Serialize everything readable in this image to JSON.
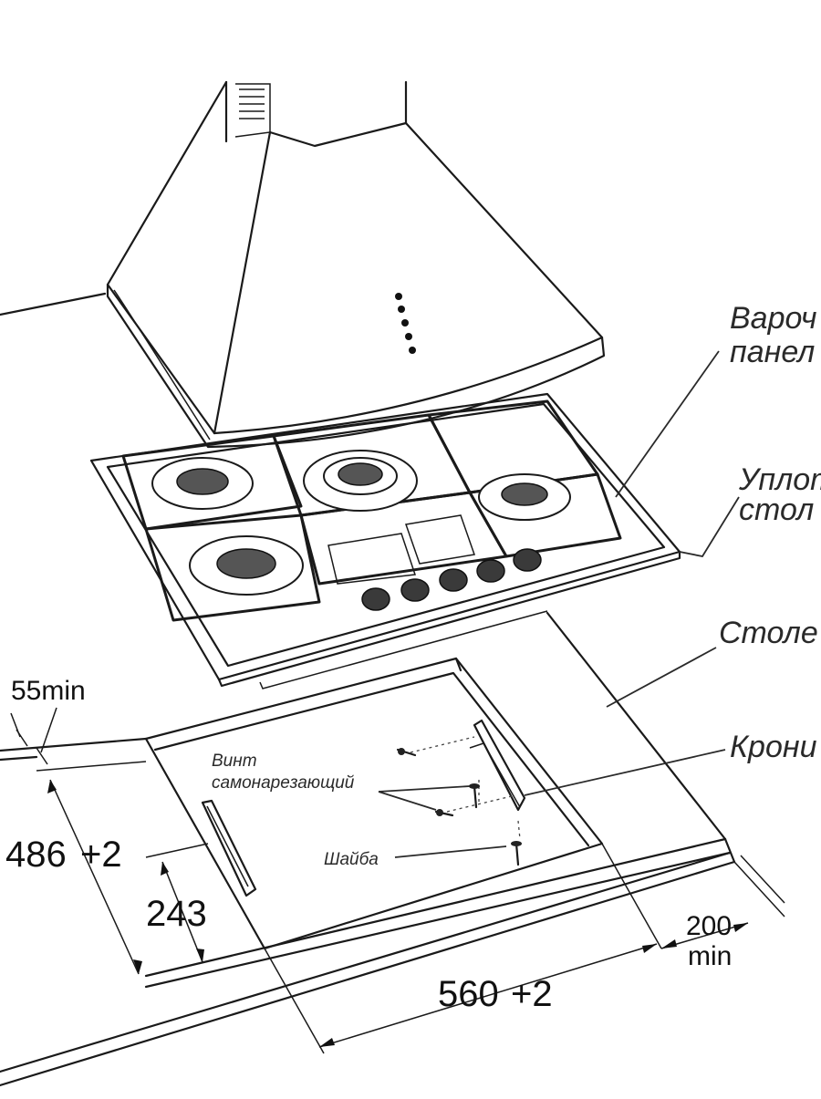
{
  "labels": {
    "hob": [
      "Вароч",
      "панел"
    ],
    "seal": [
      "Уплот",
      "стол"
    ],
    "countertop": "Столе",
    "bracket": "Крони",
    "screw": [
      "Винт",
      "самонарезающий"
    ],
    "washer": "Шайба"
  },
  "dimensions": {
    "min_side": "55min",
    "depth": "486",
    "depth_tol": "+2",
    "half_depth": "243",
    "width": "560",
    "width_tol": "+2",
    "min_back_value": "200",
    "min_back_unit": "min"
  },
  "colors": {
    "line": "#1a1a1a",
    "background": "#ffffff"
  }
}
